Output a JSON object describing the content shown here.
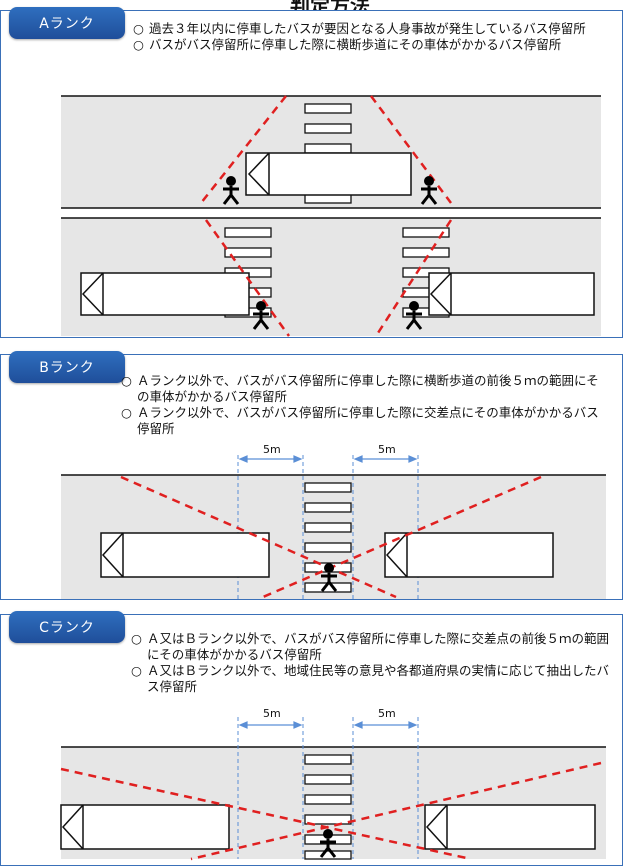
{
  "page_title": "判定方法",
  "bullet": "○",
  "panels": [
    {
      "rank_label": "Aランク",
      "criteria": [
        "過去３年以内に停車したバスが要因となる人身事故が発生しているバス停留所",
        "バスがバス停留所に停車した際に横断歩道にその車体がかかるバス停留所"
      ]
    },
    {
      "rank_label": "Bランク",
      "criteria": [
        "Ａランク以外で、バスがバス停留所に停車した際に横断歩道の前後５ｍの範囲にその車体がかかるバス停留所",
        "Ａランク以外で、バスがバス停留所に停車した際に交差点にその車体がかかるバス停留所"
      ],
      "distance_labels": [
        "5m",
        "5m"
      ]
    },
    {
      "rank_label": "Cランク",
      "criteria": [
        "Ａ又はＢランク以外で、バスがバス停留所に停車した際に交差点の前後５ｍの範囲にその車体がかかるバス停留所",
        "Ａ又はＢランク以外で、地域住民等の意見や各都道府県の実情に応じて抽出したバス停留所"
      ],
      "distance_labels": [
        "5m",
        "5m"
      ]
    }
  ],
  "colors": {
    "tag_blue": "#2f6fbf",
    "frame_blue": "#3a70b8",
    "road_gray": "#e6e6e6",
    "hazard_red": "#e02020",
    "guide_blue": "#5b8fd6"
  },
  "icons": [
    "bus-icon",
    "pedestrian-icon",
    "crosswalk"
  ]
}
